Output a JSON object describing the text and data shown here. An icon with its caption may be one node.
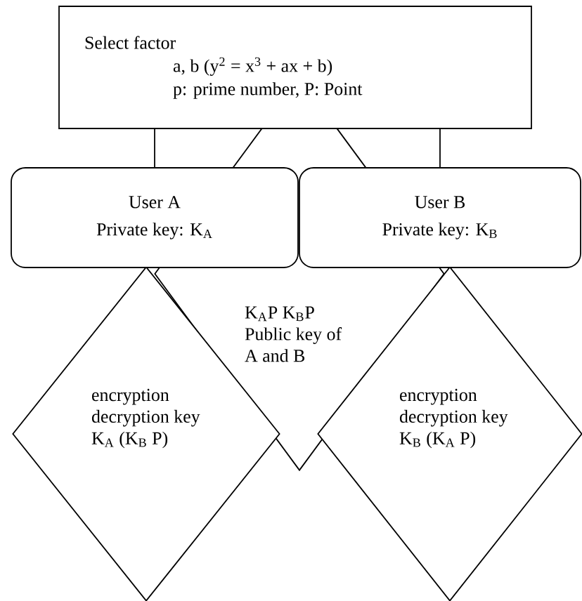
{
  "diagram": {
    "nodes": [
      {
        "text": [
          "Select factor",
          "a, b (y$^{2}$ = x$^{3}$ + ax + b)",
          "p: prime number, P: Point"
        ]
      },
      {
        "text": [
          "User A",
          "Private key: K$_{A}$"
        ]
      },
      {
        "text": [
          "User B",
          "Private key: K$_{B}$"
        ]
      },
      {
        "text": [
          "encryption decryption key",
          "K$_{A}$ (K$_{B}$ P)"
        ]
      },
      {
        "text": [
          "K$_{A}$P K$_{B}$P",
          "Public key of A and B"
        ]
      },
      {
        "text": [
          "encryption decryption key",
          "K$_{B}$ (K$_{A}$ P)"
        ]
      }
    ],
    "edges": [
      {
        "from": 0,
        "to": 1,
        "arrow": "none"
      },
      {
        "from": 0,
        "to": 2,
        "arrow": "none"
      }
    ]
  }
}
